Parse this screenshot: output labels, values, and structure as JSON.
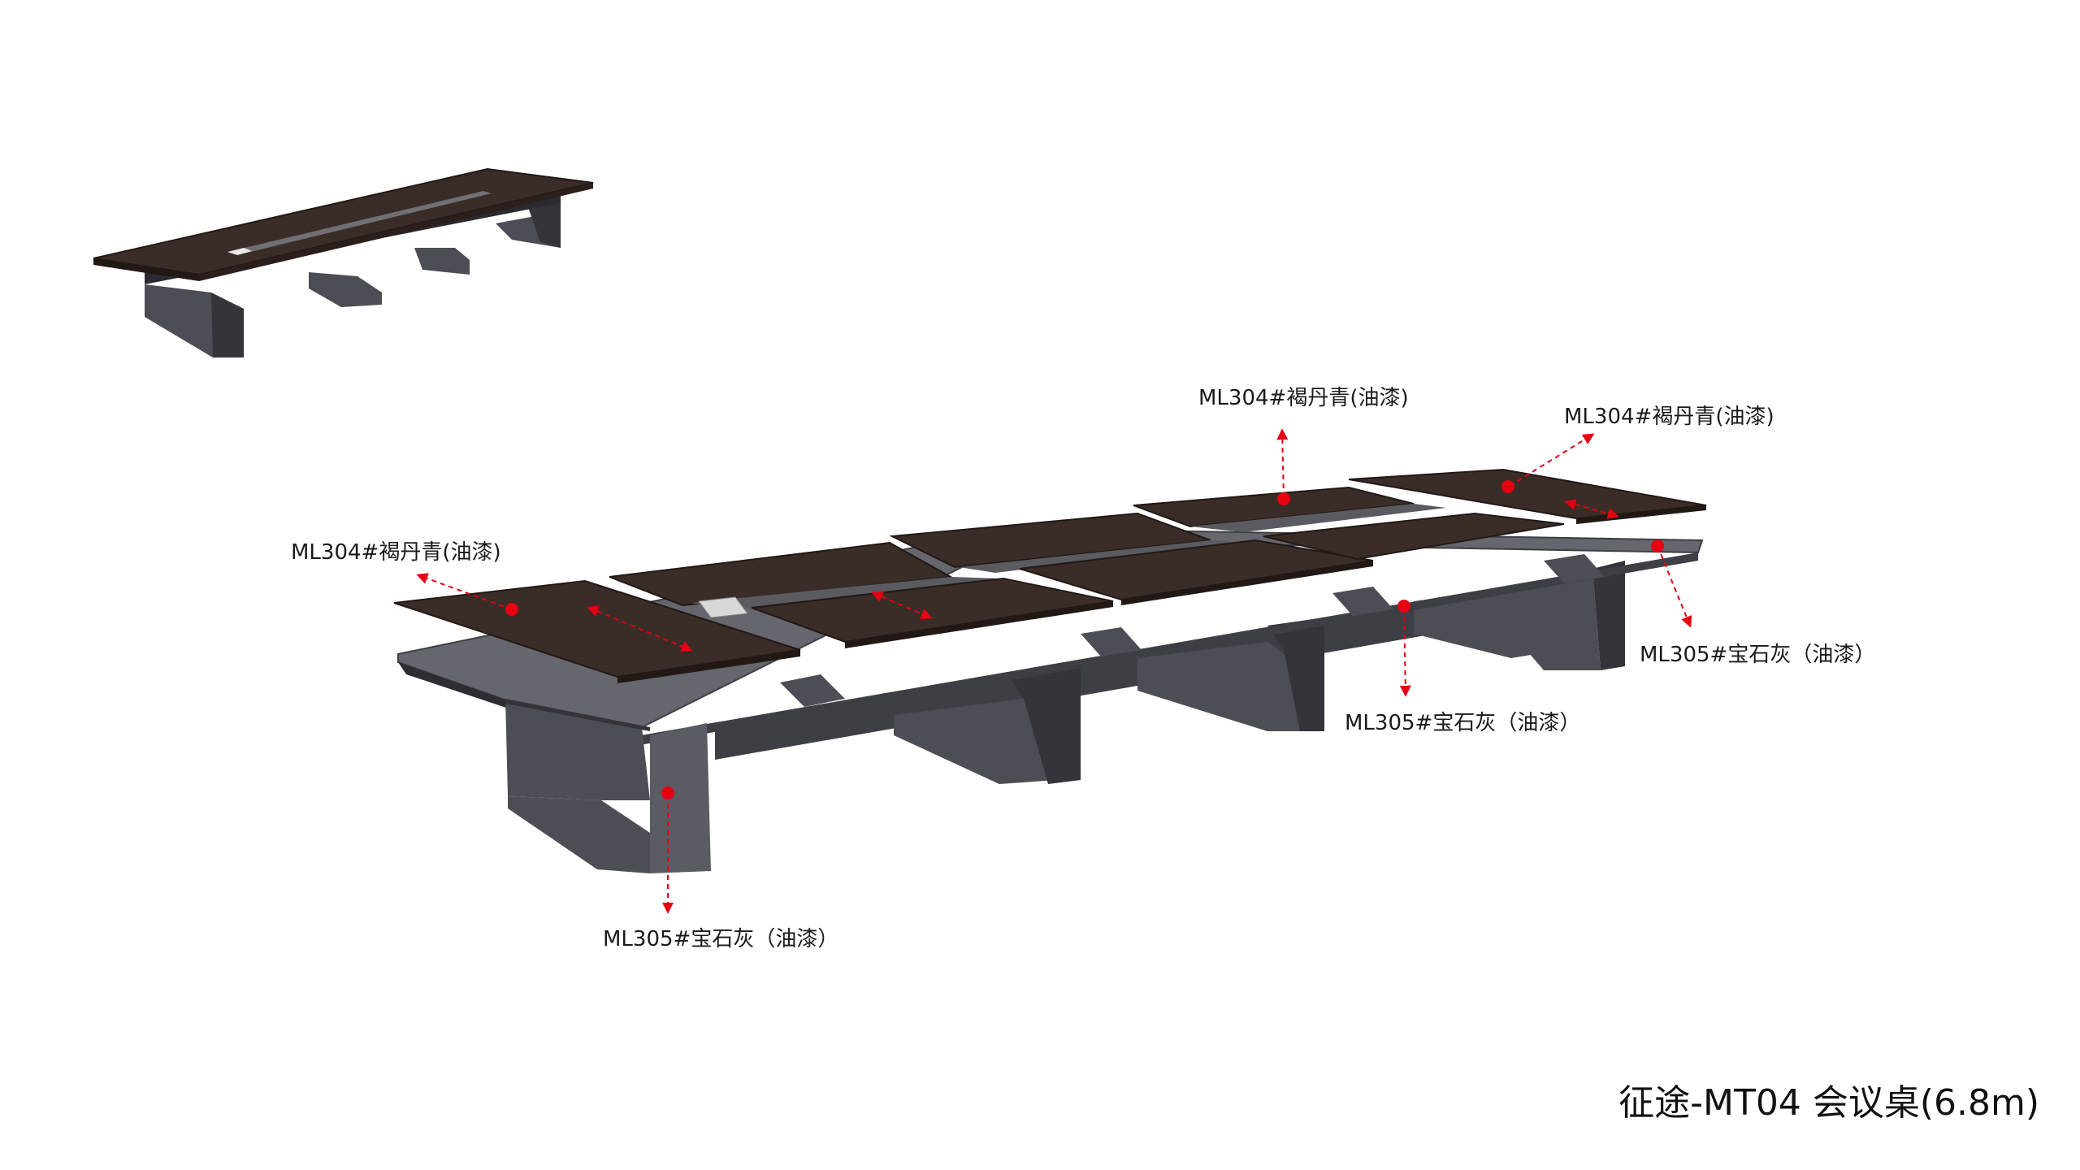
{
  "title": "征途-MT04 会议桌(6.8m)",
  "colors": {
    "wood": "#3a2c26",
    "wood_edge": "#221915",
    "metal_light": "#66666e",
    "metal_mid": "#4d4d55",
    "metal_dark": "#34343a",
    "marker": "#e60012"
  },
  "labels": [
    {
      "text": "ML304#褐丹青(油漆)"
    },
    {
      "text": "ML304#褐丹青(油漆)"
    },
    {
      "text": "ML304#褐丹青(油漆)"
    },
    {
      "text": "ML305#宝石灰（油漆）"
    },
    {
      "text": "ML305#宝石灰（油漆）"
    },
    {
      "text": "ML305#宝石灰（油漆）"
    }
  ]
}
